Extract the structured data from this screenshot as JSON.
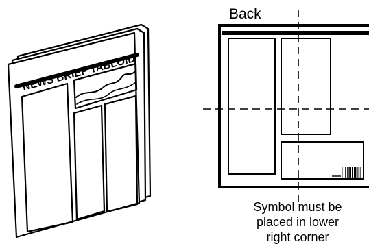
{
  "front": {
    "masthead": "NEWS BRIEF TABLOID"
  },
  "back": {
    "title": "Back",
    "caption": [
      "Symbol must be",
      "placed in lower",
      "right corner"
    ]
  },
  "colors": {
    "ink": "#000000",
    "paper": "#ffffff"
  },
  "icons": {
    "barcode": "barcode-symbol"
  }
}
